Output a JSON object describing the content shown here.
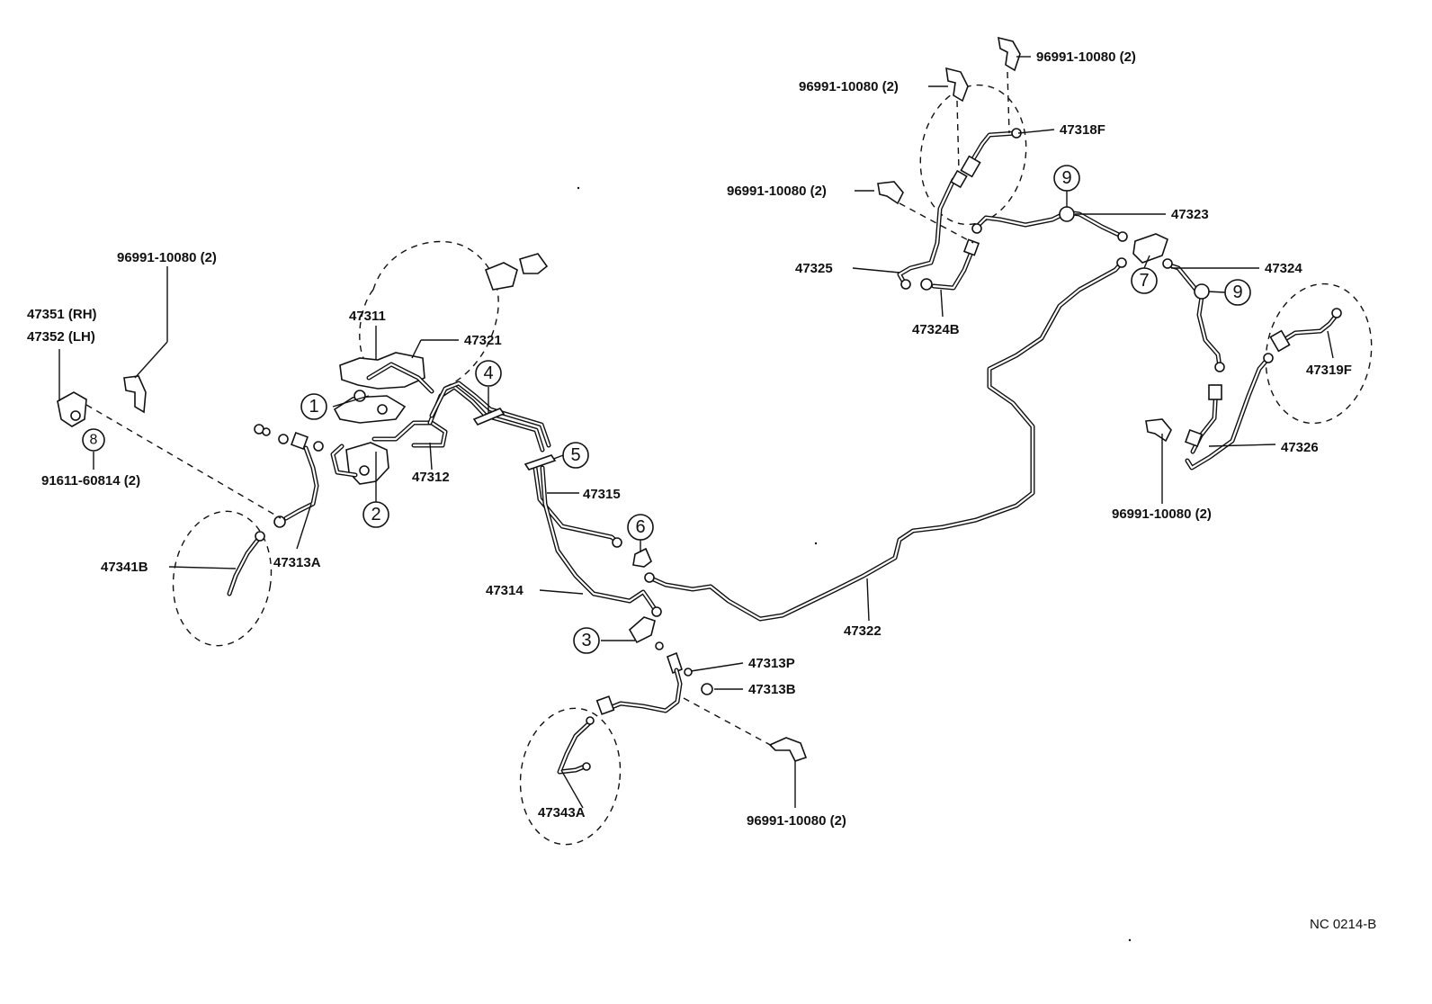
{
  "drawing_code": "NC 0214-B",
  "part_labels": {
    "p96991_top_right": "96991-10080 (2)",
    "p96991_top_mid": "96991-10080 (2)",
    "p47318F": "47318F",
    "p96991_mid": "96991-10080 (2)",
    "p47323": "47323",
    "p47324": "47324",
    "p47325": "47325",
    "p47324B": "47324B",
    "p96991_left": "96991-10080 (2)",
    "p47351": "47351 (RH)",
    "p47352": "47352 (LH)",
    "p47311": "47311",
    "p47321": "47321",
    "p91611": "91611-60814 (2)",
    "p47312": "47312",
    "p47315": "47315",
    "p47319F": "47319F",
    "p47326": "47326",
    "p96991_right": "96991-10080 (2)",
    "p47341B": "47341B",
    "p47313A": "47313A",
    "p47314": "47314",
    "p47322": "47322",
    "p47313P": "47313P",
    "p47313B": "47313B",
    "p47343A": "47343A",
    "p96991_bottom": "96991-10080 (2)"
  },
  "callouts": {
    "c1": "1",
    "c2": "2",
    "c3": "3",
    "c4": "4",
    "c5": "5",
    "c6": "6",
    "c7": "7",
    "c8": "8",
    "c9a": "9",
    "c9b": "9"
  }
}
